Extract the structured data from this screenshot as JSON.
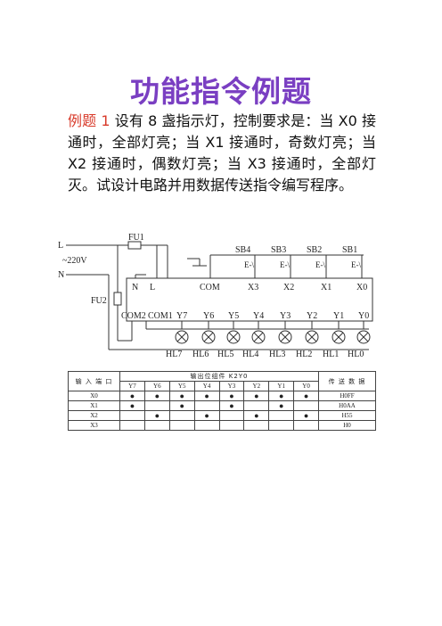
{
  "title": "功能指令例题",
  "problem": {
    "label": "例题 1",
    "text": "设有 8 盏指示灯，控制要求是：当 X0 接通时，全部灯亮；当 X1 接通时，奇数灯亮；当 X2 接通时，偶数灯亮；当 X3 接通时，全部灯灭。试设计电路并用数据传送指令编写程序。"
  },
  "circuit": {
    "line_L": "L",
    "line_N": "N",
    "voltage": "~220V",
    "fuse1": "FU1",
    "fuse2": "FU2",
    "switches": [
      "SB4",
      "SB3",
      "SB2",
      "SB1"
    ],
    "switch_symbol": "E-\\",
    "top_terminals": [
      "N",
      "L",
      "COM",
      "X3",
      "X2",
      "X1",
      "X0"
    ],
    "bottom_terminals": [
      "COM2",
      "COM1",
      "Y7",
      "Y6",
      "Y5",
      "Y4",
      "Y3",
      "Y2",
      "Y1",
      "Y0"
    ],
    "lamps": [
      "HL7",
      "HL6",
      "HL5",
      "HL4",
      "HL3",
      "HL2",
      "HL1",
      "HL0"
    ]
  },
  "table": {
    "input_header": "输 入 端 口",
    "output_header": "输出位组件 K2Y0",
    "data_header": "传 送 数 据",
    "columns": [
      "Y7",
      "Y6",
      "Y5",
      "Y4",
      "Y3",
      "Y2",
      "Y1",
      "Y0"
    ],
    "dot": "●",
    "rows": [
      {
        "port": "X0",
        "bits": [
          1,
          1,
          1,
          1,
          1,
          1,
          1,
          1
        ],
        "data": "H0FF"
      },
      {
        "port": "X1",
        "bits": [
          1,
          0,
          1,
          0,
          1,
          0,
          1,
          0
        ],
        "data": "H0AA"
      },
      {
        "port": "X2",
        "bits": [
          0,
          1,
          0,
          1,
          0,
          1,
          0,
          1
        ],
        "data": "H55"
      },
      {
        "port": "X3",
        "bits": [
          0,
          0,
          0,
          0,
          0,
          0,
          0,
          0
        ],
        "data": "H0"
      }
    ]
  }
}
